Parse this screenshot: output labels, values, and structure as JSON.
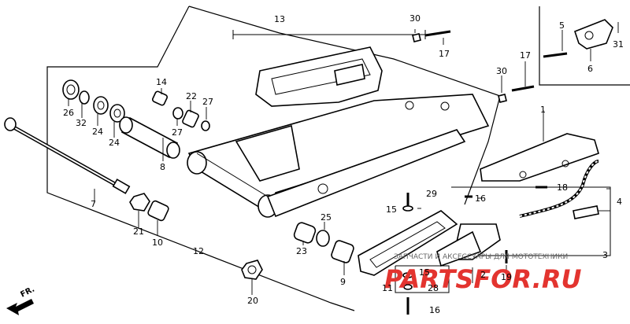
{
  "callouts": {
    "c1": "1",
    "c2": "2",
    "c3": "3",
    "c4": "4",
    "c5": "5",
    "c6": "6",
    "c7": "7",
    "c8": "8",
    "c9": "9",
    "c10": "10",
    "c11": "11",
    "c12": "12",
    "c13": "13",
    "c14": "14",
    "c15a": "15",
    "c15b": "15",
    "c16a": "16",
    "c16b": "16",
    "c17a": "17",
    "c17b": "17",
    "c18": "18",
    "c19": "19",
    "c20": "20",
    "c21": "21",
    "c22": "22",
    "c23": "23",
    "c24a": "24",
    "c24b": "24",
    "c25": "25",
    "c26": "26",
    "c27a": "27",
    "c27b": "27",
    "c28": "28",
    "c29": "29",
    "c30a": "30",
    "c30b": "30",
    "c31": "31",
    "c32": "32"
  },
  "direction_label": "FR.",
  "watermark": {
    "tagline": "ЗАПЧАСТИ И АКСЕССУАРЫ ДЛЯ МОТОТЕХНИКИ",
    "logo": "PARTSFOR.RU"
  },
  "colors": {
    "logo": "#e3342f",
    "line": "#000000",
    "background": "#ffffff"
  }
}
